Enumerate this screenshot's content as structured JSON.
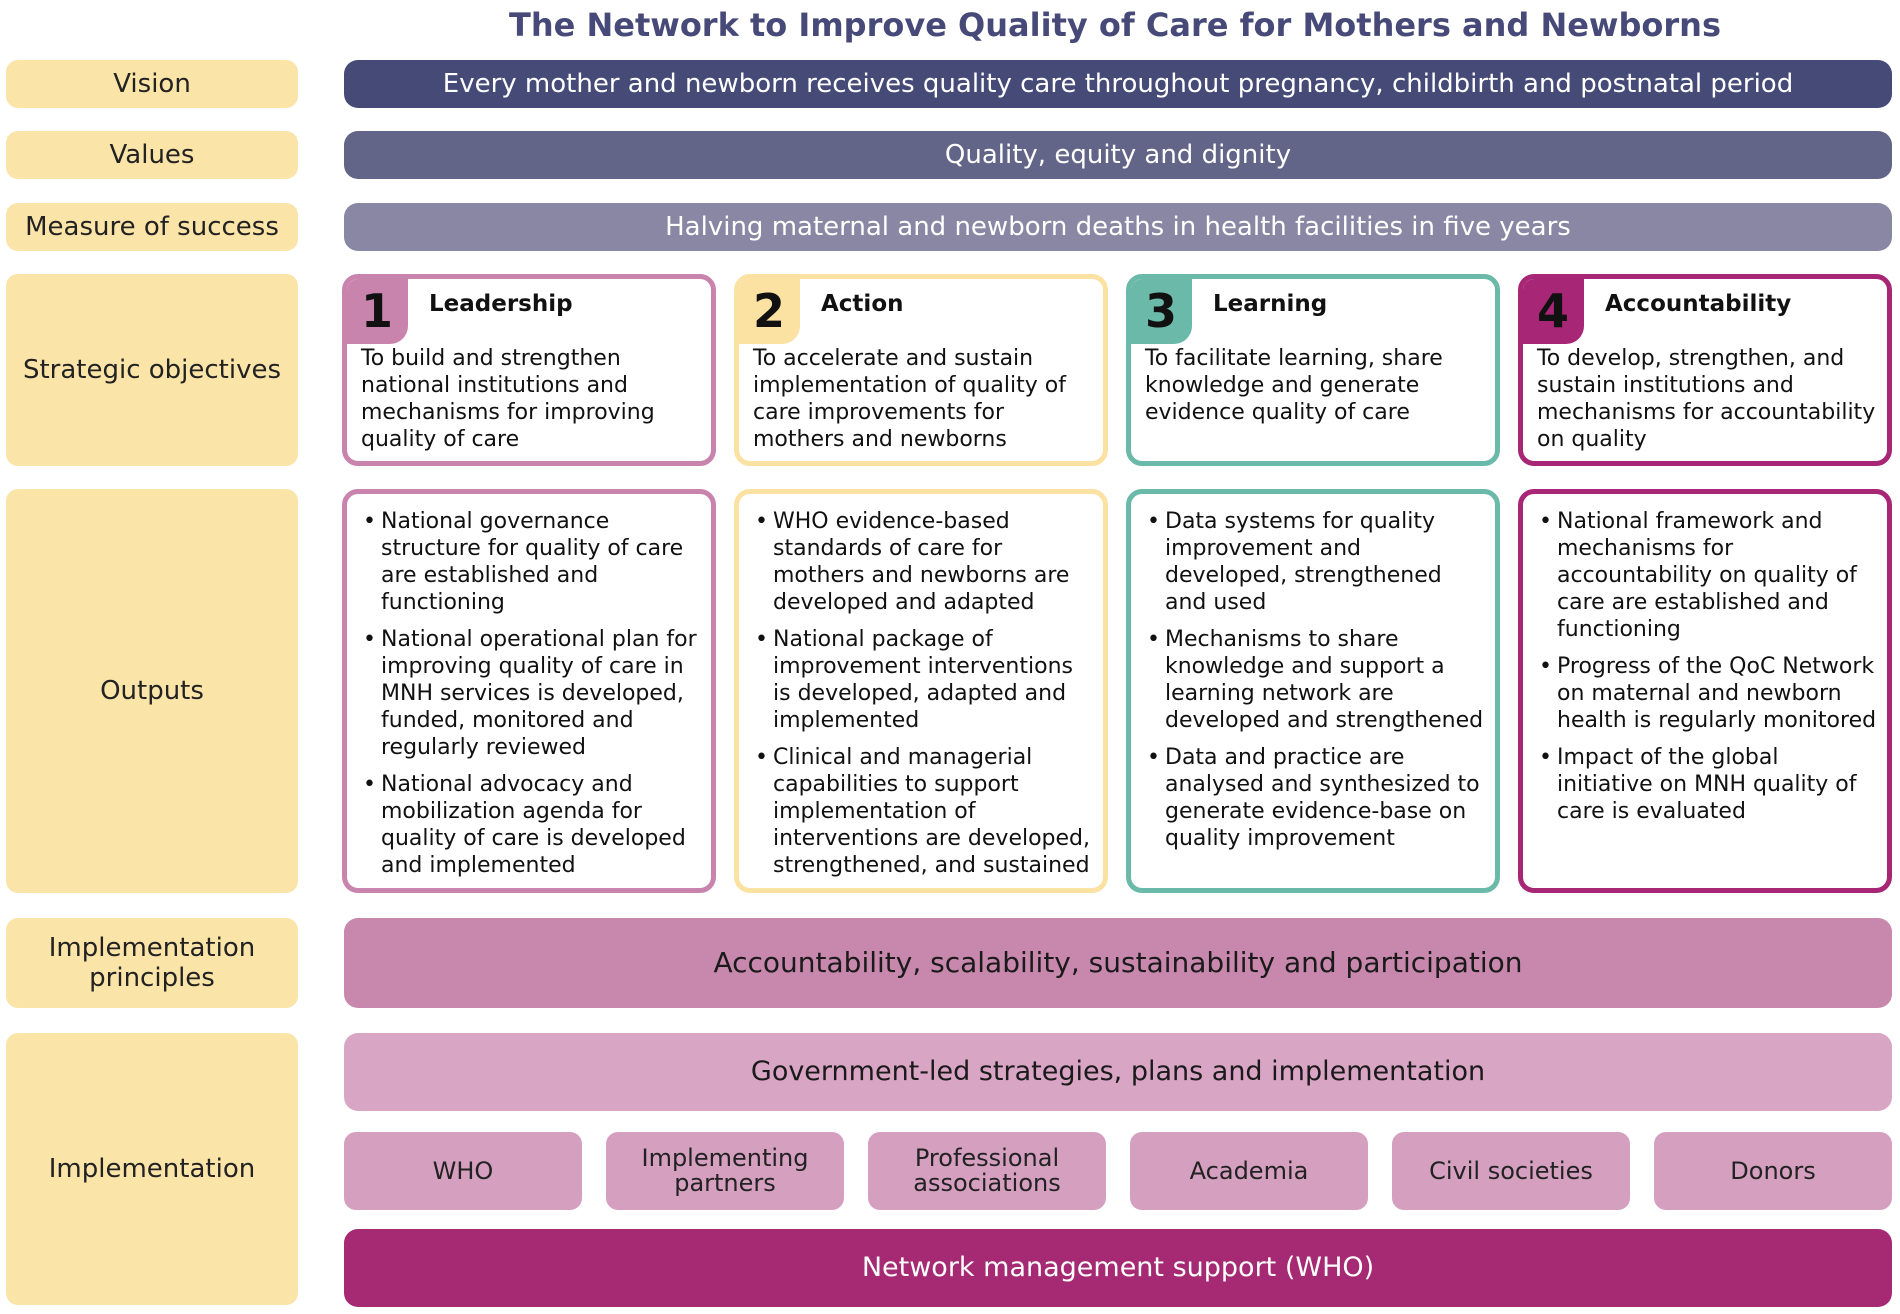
{
  "title": "The Network to Improve Quality of Care for Mothers and Newborns",
  "rows": {
    "vision": {
      "label": "Vision",
      "text": "Every mother and newborn receives quality care throughout pregnancy, childbirth and postnatal period"
    },
    "values": {
      "label": "Values",
      "text": "Quality, equity and dignity"
    },
    "measure": {
      "label": "Measure of success",
      "text": "Halving maternal and newborn deaths in health facilities in five years"
    },
    "objectives_label": "Strategic objectives",
    "outputs_label": "Outputs",
    "principles": {
      "label": "Implementation principles",
      "text": "Accountability, scalability, sustainability and participation"
    },
    "implementation": {
      "label": "Implementation",
      "government": "Government-led strategies, plans and implementation",
      "partners": [
        "WHO",
        "Implementing partners",
        "Professional associations",
        "Academia",
        "Civil societies",
        "Donors"
      ],
      "support": "Network management support (WHO)"
    }
  },
  "objectives": [
    {
      "number": "1",
      "title": "Leadership",
      "text": "To build and strengthen national institutions and mechanisms for improving quality of care"
    },
    {
      "number": "2",
      "title": "Action",
      "text": "To accelerate and sustain implementation of quality of care improvements for mothers and newborns"
    },
    {
      "number": "3",
      "title": "Learning",
      "text": "To facilitate learning, share knowledge and generate evidence quality of care"
    },
    {
      "number": "4",
      "title": "Accountability",
      "text": "To develop, strengthen, and sustain institutions and mechanisms for accountability on quality"
    }
  ],
  "outputs": [
    [
      "National governance structure for quality of care are established and functioning",
      "National operational plan for improving quality of care in MNH services is developed, funded, monitored and regularly reviewed",
      "National advocacy and mobilization agenda for quality of care is developed and implemented"
    ],
    [
      "WHO evidence-based standards of care for mothers and newborns are developed and adapted",
      "National package of improvement interventions is developed, adapted and implemented",
      "Clinical and managerial capabilities to support implementation of interventions are developed, strengthened, and sustained"
    ],
    [
      "Data systems for quality improvement and developed, strengthened and used",
      "Mechanisms to share knowledge and support a learning network are developed and strengthened",
      "Data and practice are analysed and synthesized to generate evidence-base on quality improvement"
    ],
    [
      "National framework and mechanisms for accountability on quality of care are established and functioning",
      "Progress of the QoC Network on maternal and newborn health is regularly monitored",
      "Impact of the global initiative on MNH quality of care is evaluated"
    ]
  ],
  "colors": {
    "label_bg": "#fbe4a8",
    "vision": "#464a77",
    "values": "#626488",
    "measure": "#8987a3",
    "obj1": "#c984ae",
    "obj2": "#fbe2a2",
    "obj3": "#6bb9a8",
    "obj4": "#a72676",
    "principles": "#c888ad",
    "government": "#d9a5c4",
    "partner": "#d59fbf",
    "support": "#a52a73"
  }
}
